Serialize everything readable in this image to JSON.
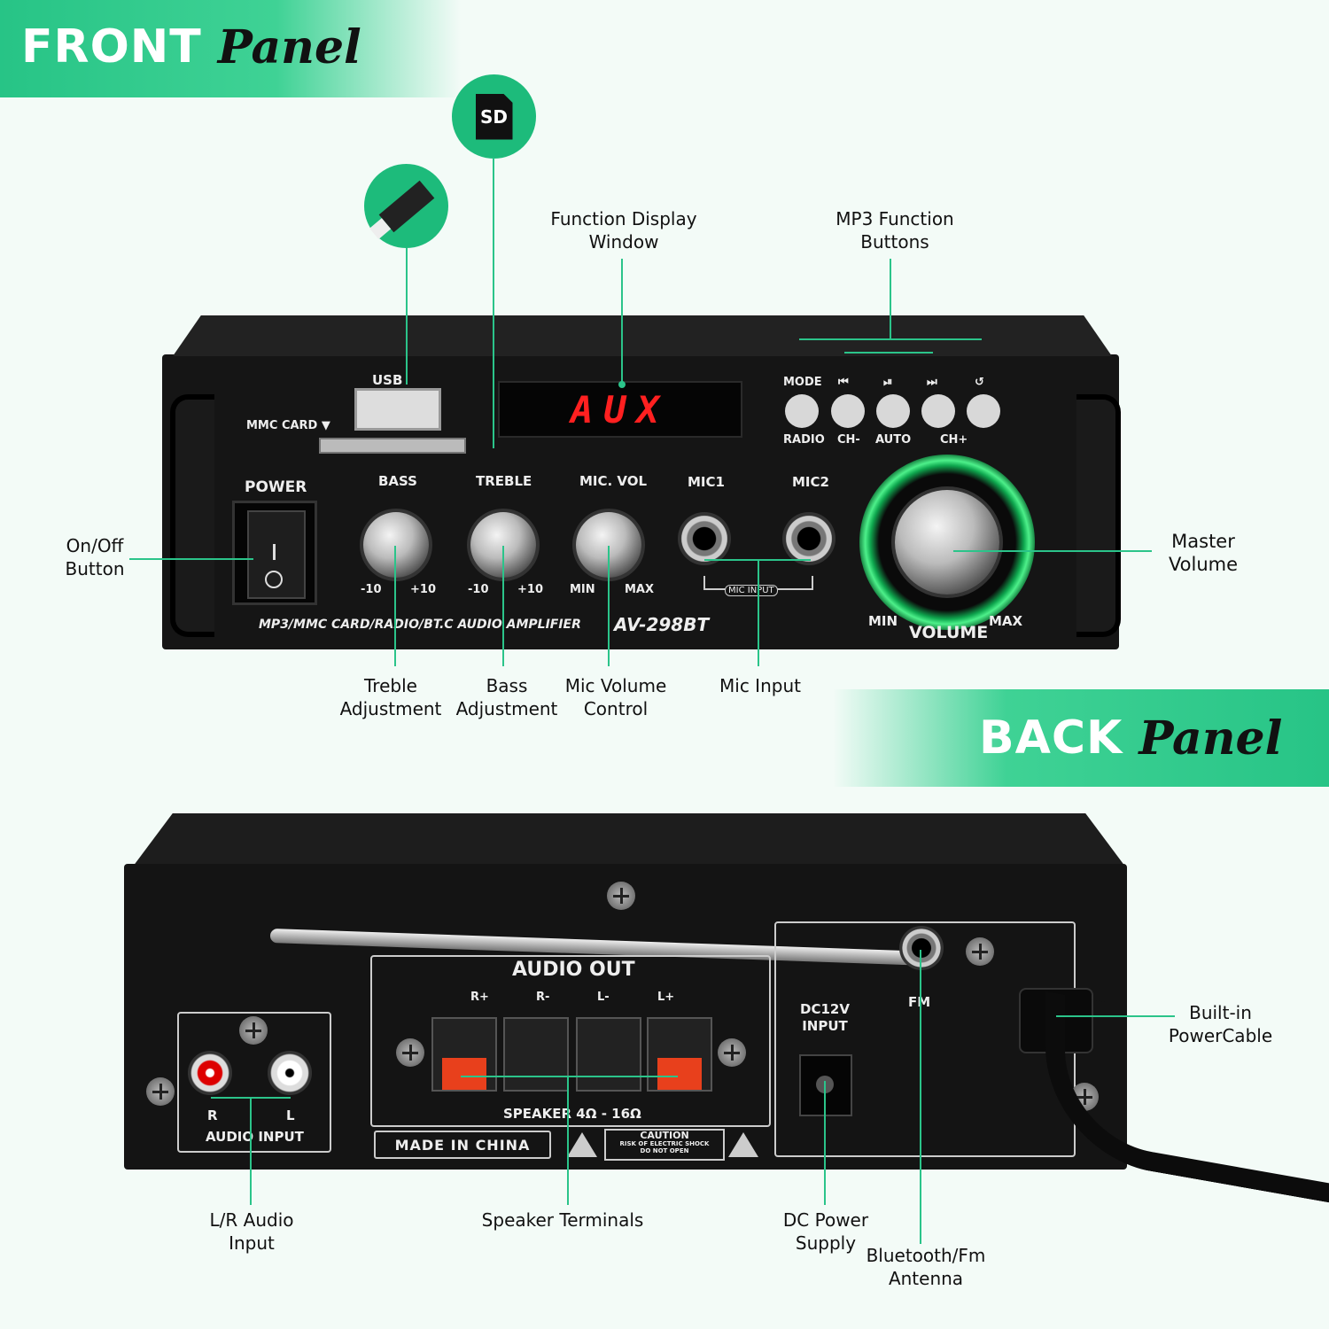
{
  "front_banner": {
    "main": "FRONT",
    "script": "Panel"
  },
  "back_banner": {
    "main": "BACK",
    "script": "Panel"
  },
  "icons": {
    "sd_text": "SD"
  },
  "front": {
    "usb": "USB",
    "mmc_card": "MMC CARD ▼",
    "power": "POWER",
    "display": "AUX",
    "bass": "BASS",
    "treble": "TREBLE",
    "mic_vol": "MIC. VOL",
    "mic1": "MIC1",
    "mic2": "MIC2",
    "mic_input": "MIC INPUT",
    "bass_min": "-10",
    "bass_max": "+10",
    "treble_min": "-10",
    "treble_max": "+10",
    "micvol_min": "MIN",
    "micvol_max": "MAX",
    "buttons_top": [
      "MODE",
      "⏮",
      "⏯",
      "⏭",
      "↺"
    ],
    "buttons_bottom": [
      "RADIO",
      "CH-",
      "AUTO",
      "CH+"
    ],
    "volume": "VOLUME",
    "vol_min": "MIN",
    "vol_max": "MAX",
    "model_desc": "MP3/MMC CARD/RADIO/BT.C AUDIO AMPLIFIER",
    "model": "AV-298BT"
  },
  "back": {
    "audio_out": "AUDIO OUT",
    "terminals": [
      "R+",
      "R-",
      "L-",
      "L+"
    ],
    "speaker": "SPEAKER 4Ω - 16Ω",
    "made_in": "MADE IN CHINA",
    "caution": "CAUTION",
    "caution_sub": "RISK OF ELECTRIC SHOCK\nDO NOT OPEN",
    "r": "R",
    "l": "L",
    "audio_input": "AUDIO INPUT",
    "dc": "DC12V\nINPUT",
    "fm": "FM"
  },
  "callouts": {
    "function_display": "Function Display\nWindow",
    "mp3_buttons": "MP3 Function\nButtons",
    "onoff": "On/Off\nButton",
    "master_volume": "Master\nVolume",
    "treble_adj": "Treble\nAdjustment",
    "bass_adj": "Bass\nAdjustment",
    "mic_volume": "Mic Volume\nControl",
    "mic_input": "Mic Input",
    "builtin_power": "Built-in\nPowerCable",
    "lr_audio": "L/R Audio\nInput",
    "speaker_terminals": "Speaker Terminals",
    "dc_power": "DC Power\nSupply",
    "bt_antenna": "Bluetooth/Fm\nAntenna"
  },
  "colors": {
    "accent": "#2bc48a",
    "display_red": "#ff2020"
  }
}
